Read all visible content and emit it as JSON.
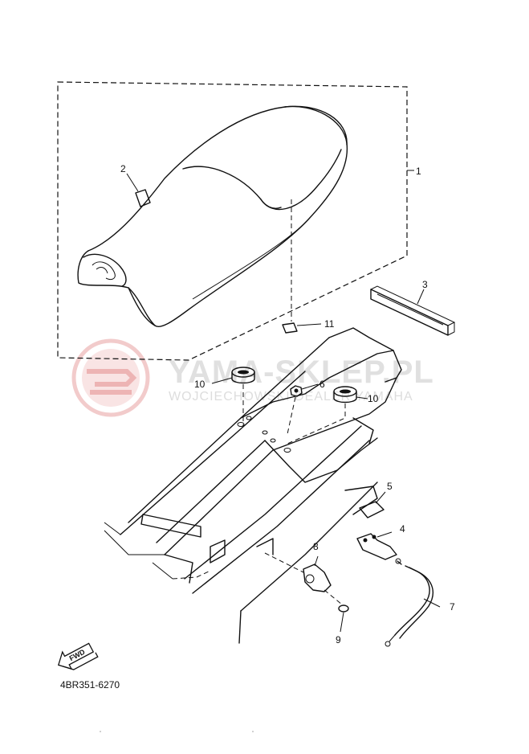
{
  "watermark": {
    "brand": "YAMA-SKLEP.PL",
    "subtitle": "WOJCIECHOWSKI DEALER YAMAHA",
    "logo_color": "#e8a0a0"
  },
  "callouts": {
    "c1": "1",
    "c2": "2",
    "c3": "3",
    "c4": "4",
    "c5": "5",
    "c6": "6",
    "c7": "7",
    "c8": "8",
    "c9": "9",
    "c10a": "10",
    "c10b": "10",
    "c11": "11"
  },
  "fwd_label": "FWD",
  "diagram_code": "4BR351-6270"
}
